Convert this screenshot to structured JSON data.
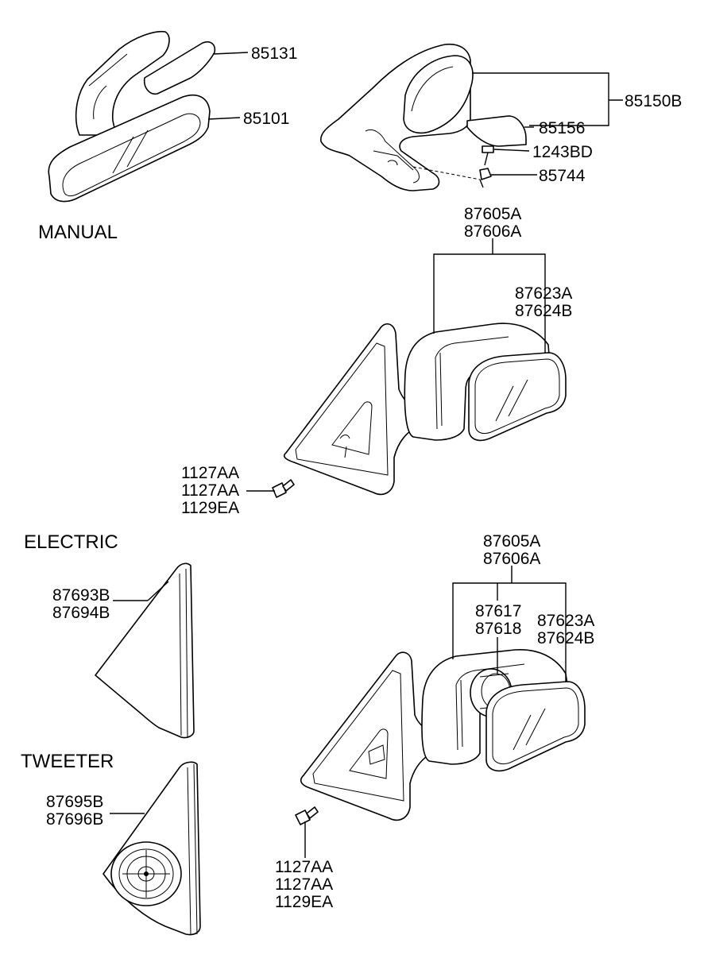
{
  "sections": {
    "manual": "MANUAL",
    "electric": "ELECTRIC",
    "tweeter": "TWEETER"
  },
  "labels": {
    "p85131": "85131",
    "p85101": "85101",
    "p85150B": "85150B",
    "p85156": "85156",
    "p1243BD": "1243BD",
    "p85744": "85744",
    "m_87605A": "87605A",
    "m_87606A": "87606A",
    "m_87623A": "87623A",
    "m_87624B": "87624B",
    "m_1127AA_1": "1127AA",
    "m_1127AA_2": "1127AA",
    "m_1129EA": "1129EA",
    "p87693B": "87693B",
    "p87694B": "87694B",
    "p87695B": "87695B",
    "p87696B": "87696B",
    "e_87605A": "87605A",
    "e_87606A": "87606A",
    "e_87617": "87617",
    "e_87618": "87618",
    "e_87623A": "87623A",
    "e_87624B": "87624B",
    "e_1127AA_1": "1127AA",
    "e_1127AA_2": "1127AA",
    "e_1129EA": "1129EA"
  }
}
